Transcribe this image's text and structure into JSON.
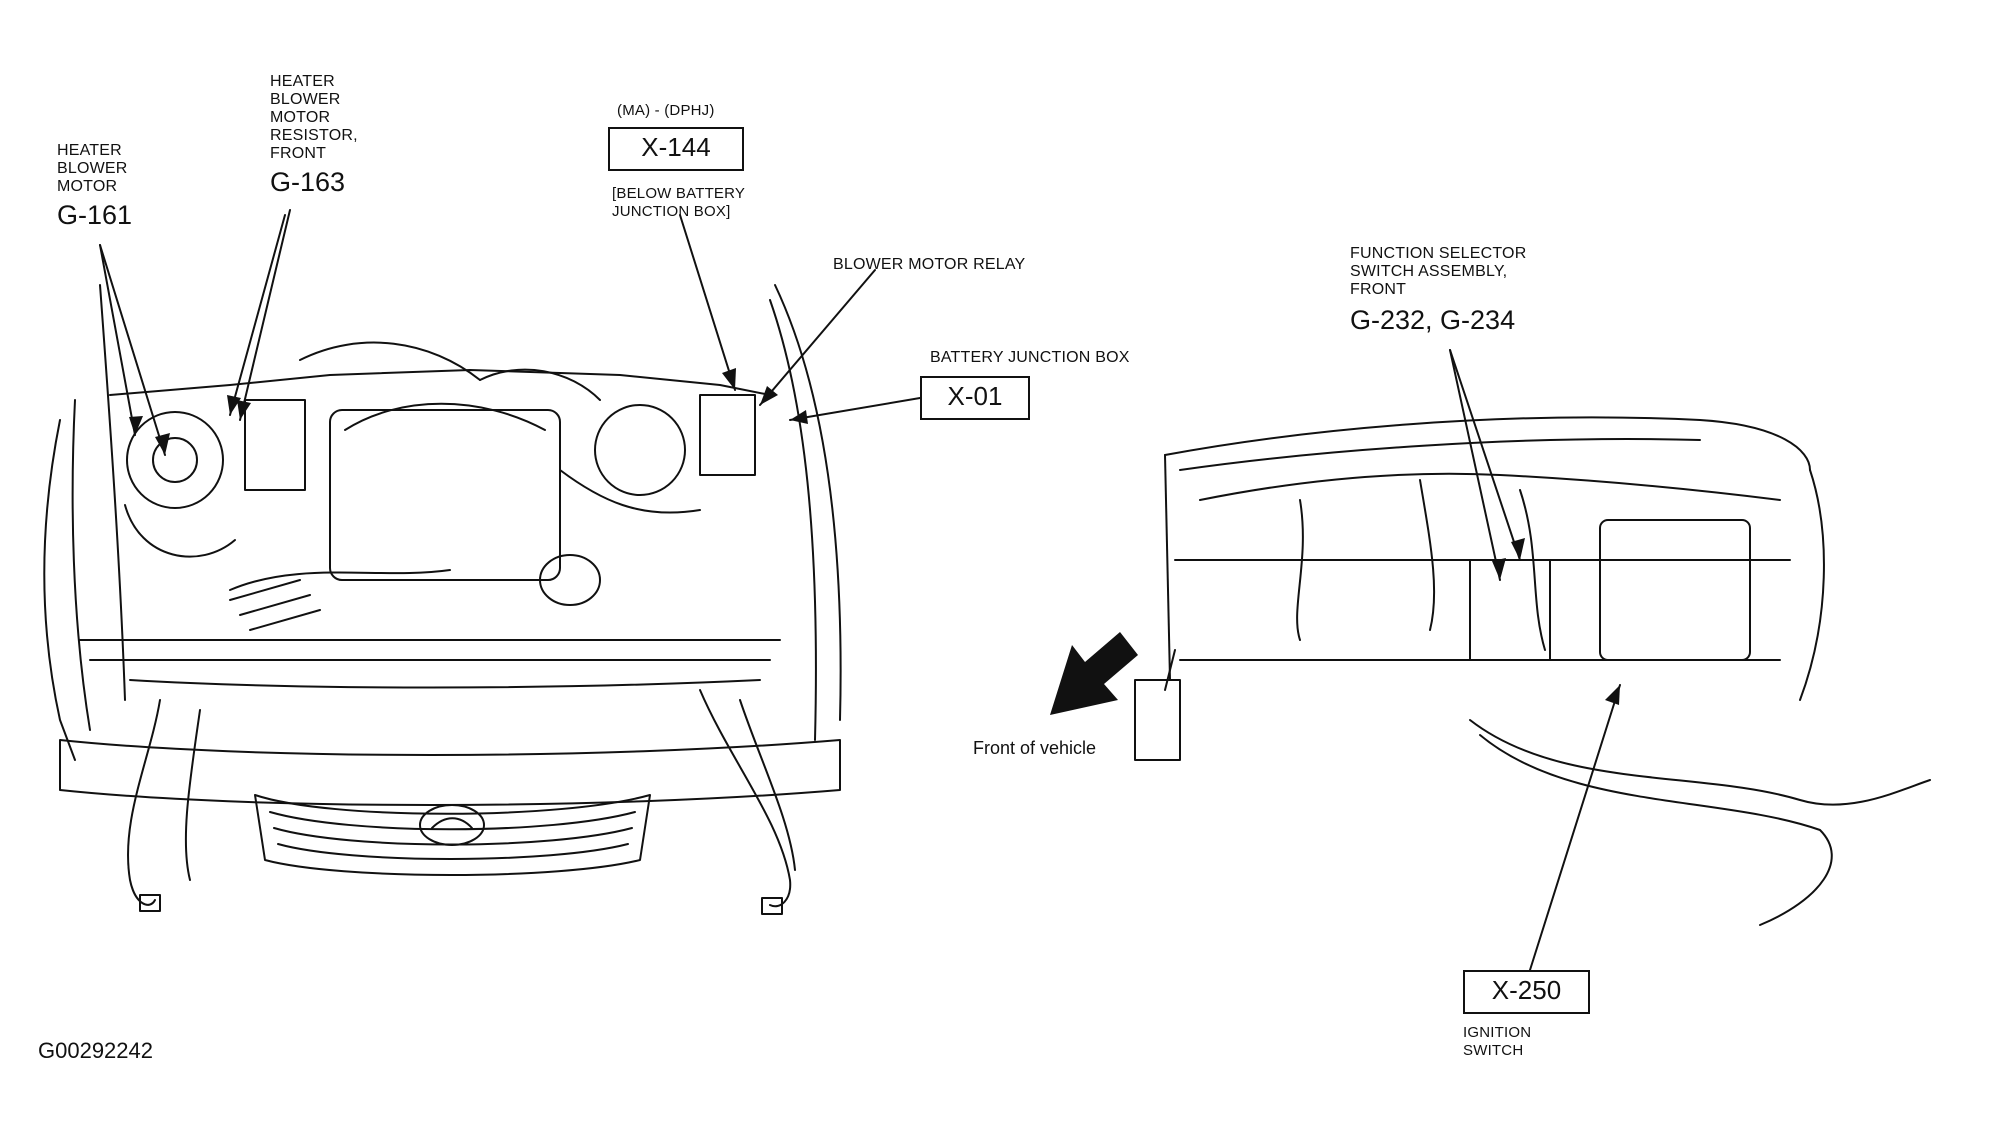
{
  "figure_id": "G00292242",
  "callouts": {
    "heater_blower_motor": {
      "label": "HEATER\nBLOWER\nMOTOR",
      "code": "G-161"
    },
    "heater_blower_resistor": {
      "label": "HEATER\nBLOWER\nMOTOR\nRESISTOR,\nFRONT",
      "code": "G-163"
    },
    "connector_x144": {
      "qualifier": "(MA) - (DPHJ)",
      "code": "X-144",
      "note": "[BELOW BATTERY\nJUNCTION BOX]"
    },
    "blower_motor_relay": {
      "label": "BLOWER MOTOR RELAY"
    },
    "battery_junction_box": {
      "label": "BATTERY JUNCTION BOX",
      "code": "X-01"
    },
    "function_selector_switch": {
      "label": "FUNCTION SELECTOR\nSWITCH ASSEMBLY,\nFRONT",
      "code": "G-232, G-234"
    },
    "front_of_vehicle": {
      "label": "Front of vehicle"
    },
    "ignition_switch": {
      "label": "IGNITION\nSWITCH",
      "code": "X-250"
    }
  }
}
